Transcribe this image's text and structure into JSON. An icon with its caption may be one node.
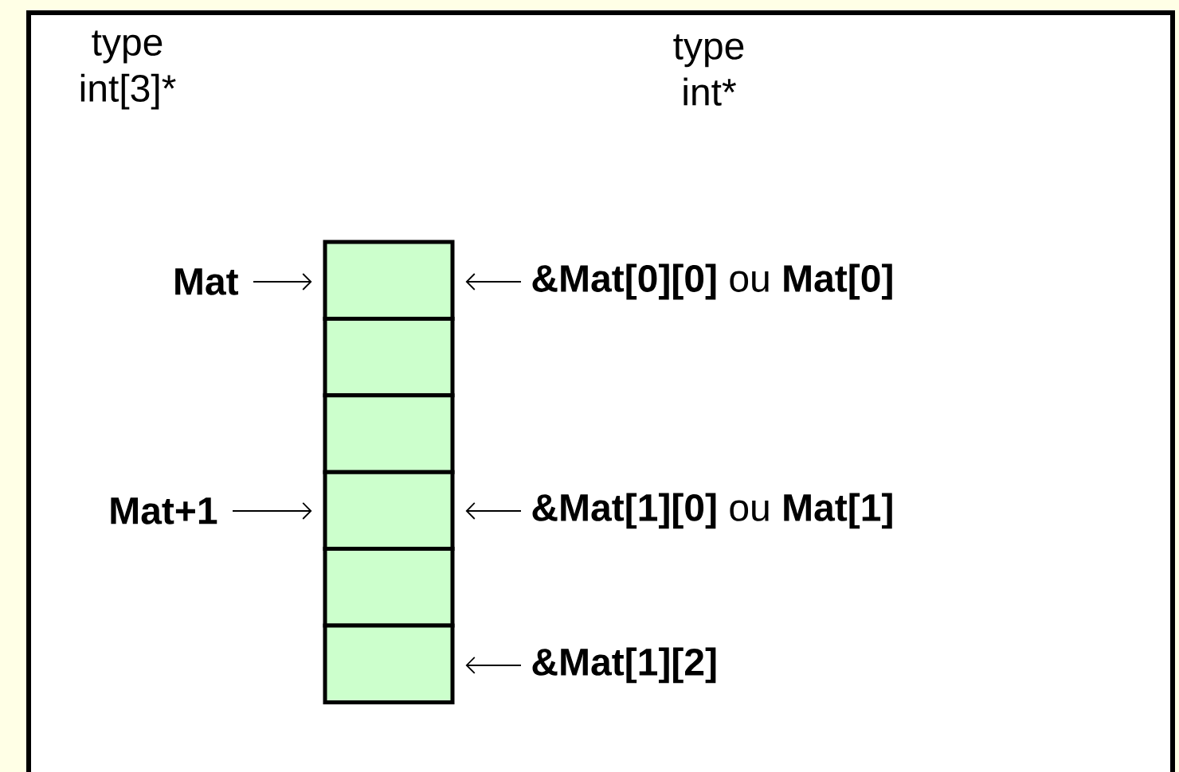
{
  "diagram": {
    "nodes": [
      {
        "text": [],
        "shape": "box"
      },
      {
        "text": [],
        "shape": "box"
      },
      {
        "text": [],
        "shape": "box"
      },
      {
        "text": [],
        "shape": "box"
      },
      {
        "text": [],
        "shape": "box"
      },
      {
        "text": [],
        "shape": "box"
      },
      {
        "text": [
          "Mat"
        ]
      },
      {
        "text": [
          "Mat+1"
        ]
      },
      {
        "text": [
          "**&Mat[0][0]** ou **Mat[0]**"
        ]
      },
      {
        "text": [
          "**&Mat[1][0]** ou **Mat[1]**"
        ]
      },
      {
        "text": [
          "&Mat[1][2]"
        ]
      }
    ],
    "edges": [
      {
        "from": 6,
        "to": 0,
        "arrow": "to"
      },
      {
        "from": 7,
        "to": 3,
        "arrow": "to"
      },
      {
        "from": 8,
        "to": 0,
        "arrow": "to"
      },
      {
        "from": 9,
        "to": 3,
        "arrow": "to"
      },
      {
        "from": 10,
        "to": 5,
        "arrow": "to"
      }
    ],
    "labels": [
      "type int[3]*",
      "type int*"
    ]
  }
}
